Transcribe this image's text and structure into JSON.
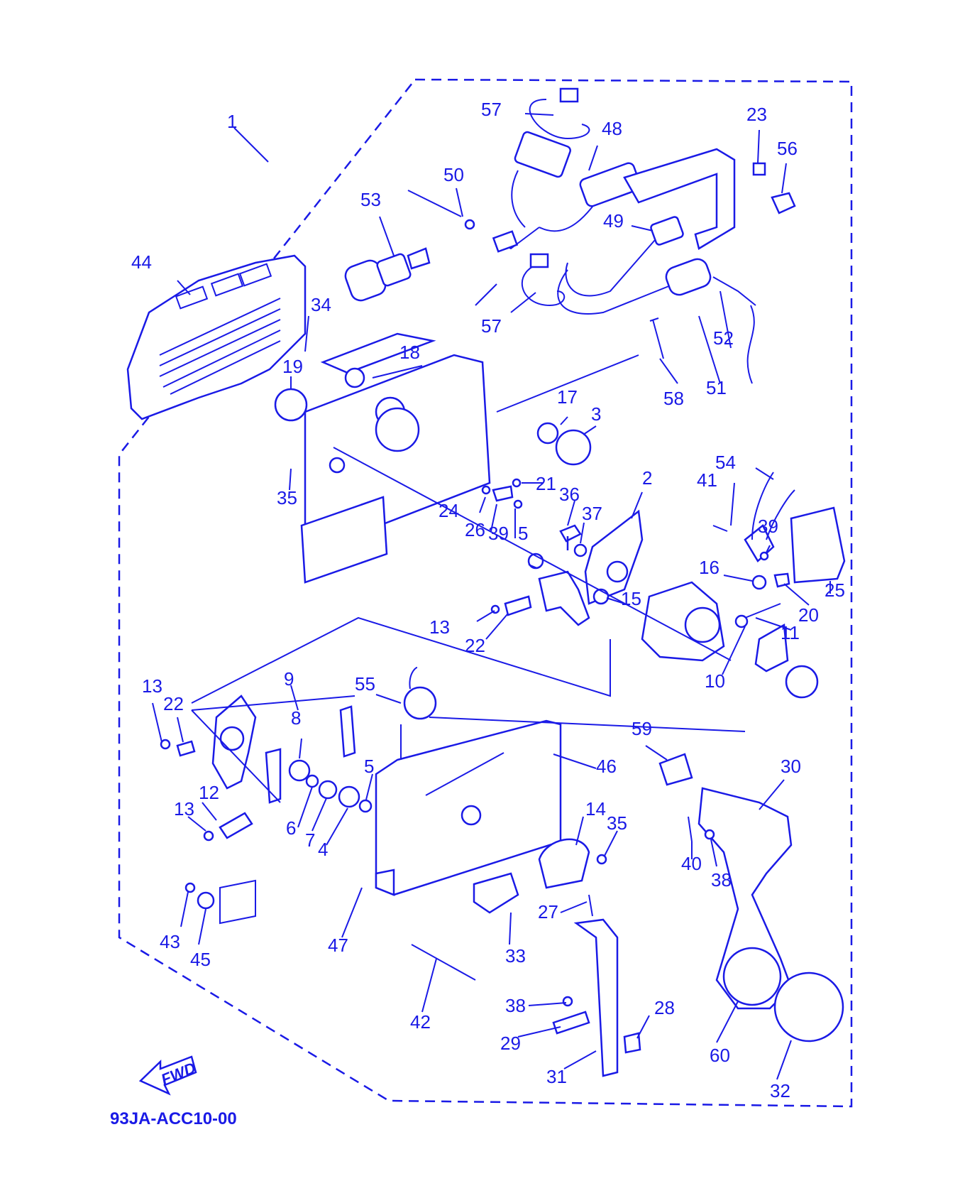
{
  "diagram_code": "93JA-ACC10-00",
  "fwd_label": "FWD",
  "colors": {
    "ink": "#1a1ae6",
    "background": "#ffffff"
  },
  "labels": [
    {
      "id": "l1",
      "text": "1"
    },
    {
      "id": "l2",
      "text": "2"
    },
    {
      "id": "l3",
      "text": "3"
    },
    {
      "id": "l4",
      "text": "4"
    },
    {
      "id": "l5a",
      "text": "5"
    },
    {
      "id": "l5b",
      "text": "5"
    },
    {
      "id": "l6",
      "text": "6"
    },
    {
      "id": "l7",
      "text": "7"
    },
    {
      "id": "l8",
      "text": "8"
    },
    {
      "id": "l9",
      "text": "9"
    },
    {
      "id": "l10",
      "text": "10"
    },
    {
      "id": "l11",
      "text": "11"
    },
    {
      "id": "l12",
      "text": "12"
    },
    {
      "id": "l13a",
      "text": "13"
    },
    {
      "id": "l13b",
      "text": "13"
    },
    {
      "id": "l13c",
      "text": "13"
    },
    {
      "id": "l14",
      "text": "14"
    },
    {
      "id": "l15",
      "text": "15"
    },
    {
      "id": "l16",
      "text": "16"
    },
    {
      "id": "l17",
      "text": "17"
    },
    {
      "id": "l18",
      "text": "18"
    },
    {
      "id": "l19",
      "text": "19"
    },
    {
      "id": "l20",
      "text": "20"
    },
    {
      "id": "l21",
      "text": "21"
    },
    {
      "id": "l22a",
      "text": "22"
    },
    {
      "id": "l22b",
      "text": "22"
    },
    {
      "id": "l23",
      "text": "23"
    },
    {
      "id": "l24",
      "text": "24"
    },
    {
      "id": "l25",
      "text": "25"
    },
    {
      "id": "l26",
      "text": "26"
    },
    {
      "id": "l27",
      "text": "27"
    },
    {
      "id": "l28",
      "text": "28"
    },
    {
      "id": "l29",
      "text": "29"
    },
    {
      "id": "l30",
      "text": "30"
    },
    {
      "id": "l31",
      "text": "31"
    },
    {
      "id": "l32",
      "text": "32"
    },
    {
      "id": "l33",
      "text": "33"
    },
    {
      "id": "l34",
      "text": "34"
    },
    {
      "id": "l35a",
      "text": "35"
    },
    {
      "id": "l35b",
      "text": "35"
    },
    {
      "id": "l36",
      "text": "36"
    },
    {
      "id": "l37",
      "text": "37"
    },
    {
      "id": "l38a",
      "text": "38"
    },
    {
      "id": "l38b",
      "text": "38"
    },
    {
      "id": "l39a",
      "text": "39"
    },
    {
      "id": "l39b",
      "text": "39"
    },
    {
      "id": "l40",
      "text": "40"
    },
    {
      "id": "l41",
      "text": "41"
    },
    {
      "id": "l42",
      "text": "42"
    },
    {
      "id": "l43",
      "text": "43"
    },
    {
      "id": "l44",
      "text": "44"
    },
    {
      "id": "l45",
      "text": "45"
    },
    {
      "id": "l46",
      "text": "46"
    },
    {
      "id": "l47",
      "text": "47"
    },
    {
      "id": "l48",
      "text": "48"
    },
    {
      "id": "l49",
      "text": "49"
    },
    {
      "id": "l50",
      "text": "50"
    },
    {
      "id": "l51",
      "text": "51"
    },
    {
      "id": "l52",
      "text": "52"
    },
    {
      "id": "l53",
      "text": "53"
    },
    {
      "id": "l54",
      "text": "54"
    },
    {
      "id": "l55",
      "text": "55"
    },
    {
      "id": "l56",
      "text": "56"
    },
    {
      "id": "l57a",
      "text": "57"
    },
    {
      "id": "l57b",
      "text": "57"
    },
    {
      "id": "l58",
      "text": "58"
    },
    {
      "id": "l59",
      "text": "59"
    },
    {
      "id": "l60",
      "text": "60"
    }
  ]
}
